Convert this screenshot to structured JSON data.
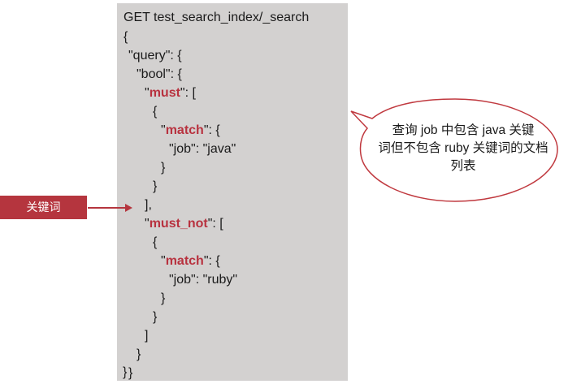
{
  "code": {
    "request_line": "GET test_search_index/_search",
    "open_brace": "{",
    "query_key": "\"query\": {",
    "bool_key": "\"bool\": {",
    "must_key": "must",
    "must_key_quote_open": "\"",
    "must_key_suffix": "\": [",
    "obj_open_1": "{",
    "match_key_1": "match",
    "match_quote_open_1": "\"",
    "match_suffix_1": "\": {",
    "job_java": "\"job\": \"java\"",
    "inner_close_1": "}",
    "obj_close_1": "}",
    "array_close_1": "],",
    "must_not_key": "must_not",
    "must_not_quote_open": "\"",
    "must_not_suffix": "\": [",
    "obj_open_2": "{",
    "match_key_2": "match",
    "match_quote_open_2": "\"",
    "match_suffix_2": "\": {",
    "job_ruby": "\"job\": \"ruby\"",
    "inner_close_2": "}",
    "obj_close_2": "}",
    "array_close_2": "]",
    "bool_close": "}",
    "query_close": "}",
    "root_close": "}"
  },
  "label": {
    "text": "关键词"
  },
  "callout": {
    "line1": "查询 job 中包含 java 关键",
    "line2": "词但不包含 ruby 关键词的文档",
    "line3": "列表"
  },
  "colors": {
    "panel": "#d3d1d0",
    "keyword": "#b8323f",
    "label_bg": "#b5353e",
    "arrow": "#b5353e",
    "bubble_border": "#c0393f"
  }
}
